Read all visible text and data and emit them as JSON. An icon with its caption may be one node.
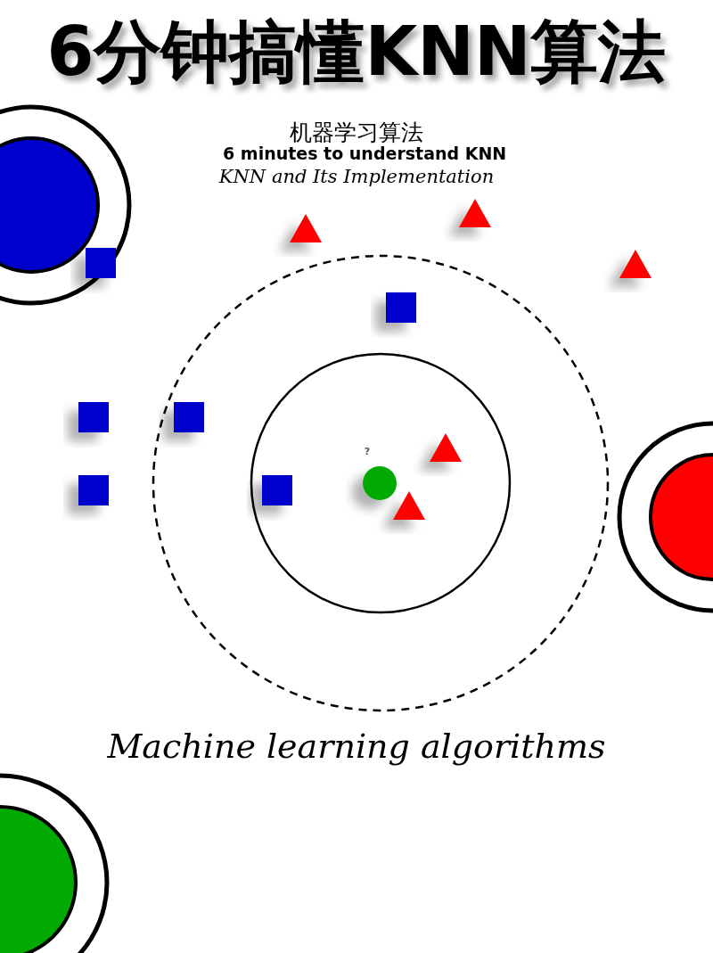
{
  "diagram": {
    "title": "6分钟搞懂KNN算法",
    "labels": [
      "机器学习算法",
      "6 minutes to understand KNN",
      "KNN and Its Implementation",
      "?",
      "Machine learning algorithms"
    ]
  }
}
